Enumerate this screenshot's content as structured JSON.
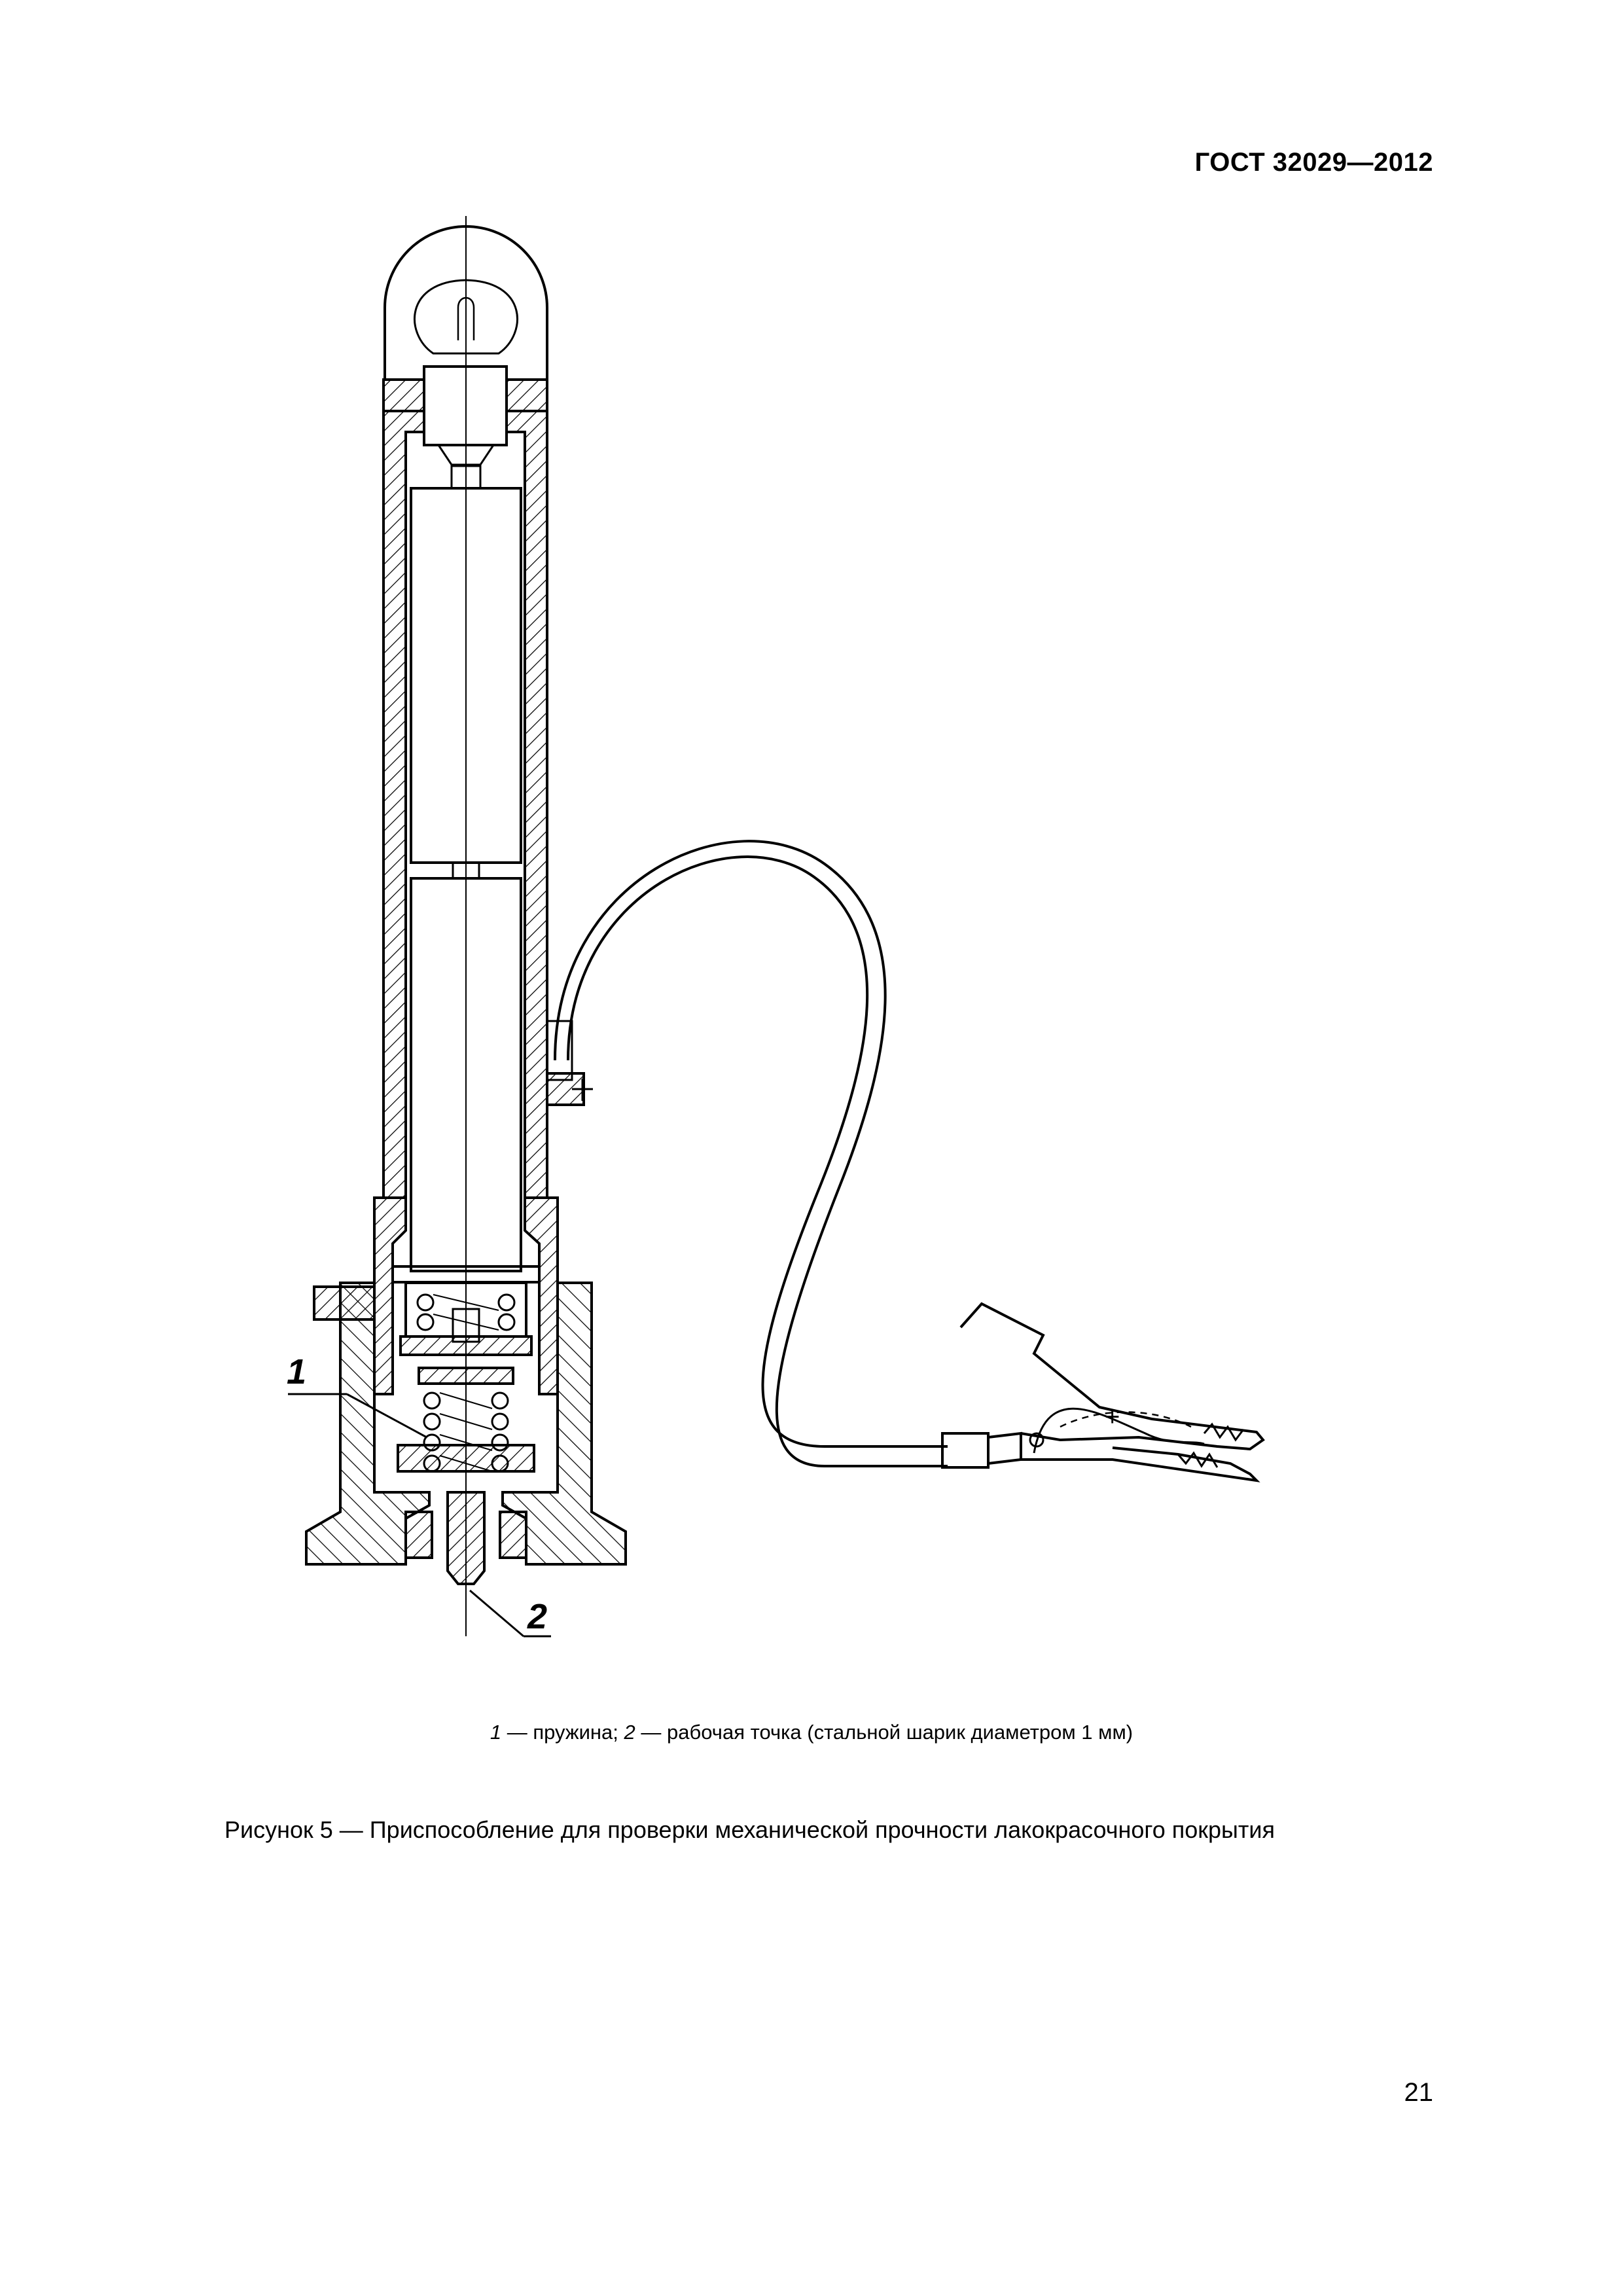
{
  "header": {
    "standard": "ГОСТ 32029—2012"
  },
  "figure": {
    "callouts": [
      "1",
      "2"
    ],
    "polarity_mark": "+"
  },
  "legend": {
    "item1_num": "1",
    "item1_text": " — пружина; ",
    "item2_num": "2",
    "item2_text": " — рабочая точка (стальной шарик диаметром 1 мм)"
  },
  "caption": "Рисунок 5 — Приспособление для проверки механической прочности лакокрасочного покрытия",
  "page_number": "21"
}
